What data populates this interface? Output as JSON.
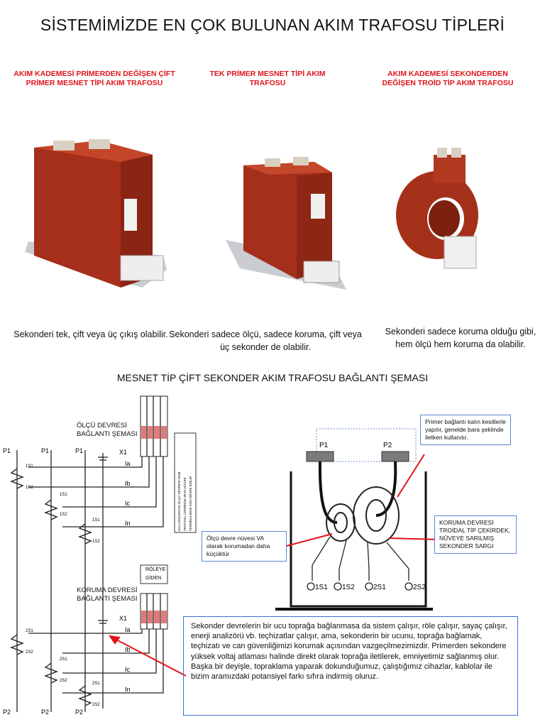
{
  "title": "SİSTEMİMİZDE  EN ÇOK BULUNAN  AKIM TRAFOSU TİPLERİ",
  "types": [
    {
      "heading": "AKIM KADEMESİ PRİMERDEN DEĞİŞEN ÇİFT PRİMER MESNET TİPİ AKIM TRAFOSU",
      "caption": "Sekonderi tek, çift veya üç çıkış olabilir."
    },
    {
      "heading": "TEK PRİMER MESNET TİPİ AKIM TRAFOSU",
      "caption": "Sekonderi sadece ölçü, sadece koruma, çift veya üç sekonder de olabilir."
    },
    {
      "heading": "AKIM KADEMESİ SEKONDERDEN DEĞİŞEN TROİD TİP AKIM TRAFOSU",
      "caption": "Sekonderi sadece koruma olduğu gibi, hem ölçü hem koruma da olabilir."
    }
  ],
  "diagram_title": "MESNET TİP ÇİFT SEKONDER AKIM TRAFOSU BAĞLANTI ŞEMASI",
  "wiring": {
    "measure_label_1": "ÖLÇÜ DEVRESİ",
    "measure_label_2": "BAĞLANTI ŞEMASI",
    "protect_label_1": "KORUMA DEVRESİ",
    "protect_label_2": "BAĞLANTI ŞEMASI",
    "vertical_note_1": "KULLANILMAYAN ÖLÇÜ DEVRESİ AKIM",
    "vertical_note_2": "TRAFOSU ÜZERİNDE VEYA HÜCRE",
    "vertical_note_3": "TERMİNALİNDE KISA DEVRE EDİLİR",
    "relay_1": "RÖLEYE",
    "relay_2": "GİDEN",
    "p1": "P1",
    "p2": "P2",
    "x1": "X1",
    "ia": "Ia",
    "ib": "Ib",
    "ic": "Ic",
    "in": "In",
    "s1_1": "1S1",
    "s1_2": "1S2",
    "s2_1": "2S1",
    "s2_2": "2S2"
  },
  "ct_diagram": {
    "p1": "P1",
    "p2": "P2",
    "t1": "1S1",
    "t2": "1S2",
    "t3": "2S1",
    "t4": "2S2"
  },
  "notes": {
    "primary": "Primer bağlantı kalın kesitlerle yapılır, genelde bara şeklinde iletken kullanılır.",
    "core": "Ölçü devre nüvesi VA olarak korumadan daha küçüktür",
    "protection": "KORUMA DEVRESİ TROİDAL TİP ÇEKİRDEK, NÜVEYE SARILMIŞ SEKONDER SARGI"
  },
  "main_text": {
    "p1": "Sekonder devrelerin bir ucu toprağa bağlanmasa da sistem çalışır, röle çalışır, sayaç çalışır, enerji analizörü vb. teçhizatlar çalışır, ama, sekonderin bir ucunu, toprağa bağlamak, teçhizatı ve can güvenliğimizi korumak açısından vazgeçilmezimizdir. Primerden sekondere yüksek voltaj atlaması halinde direkt olarak toprağa iletilerek, emniyetimiz sağlanmış olur.",
    "p2": "Başka bir deyişle, topraklama yaparak dokunduğumuz, çalıştığımız cihazlar, kablolar ile bizim aramızdaki potansiyel farkı sıfıra indirmiş oluruz."
  },
  "colors": {
    "red": "#e0141b",
    "ct_body": "#a8321c",
    "box_border": "#3a6fd0"
  }
}
